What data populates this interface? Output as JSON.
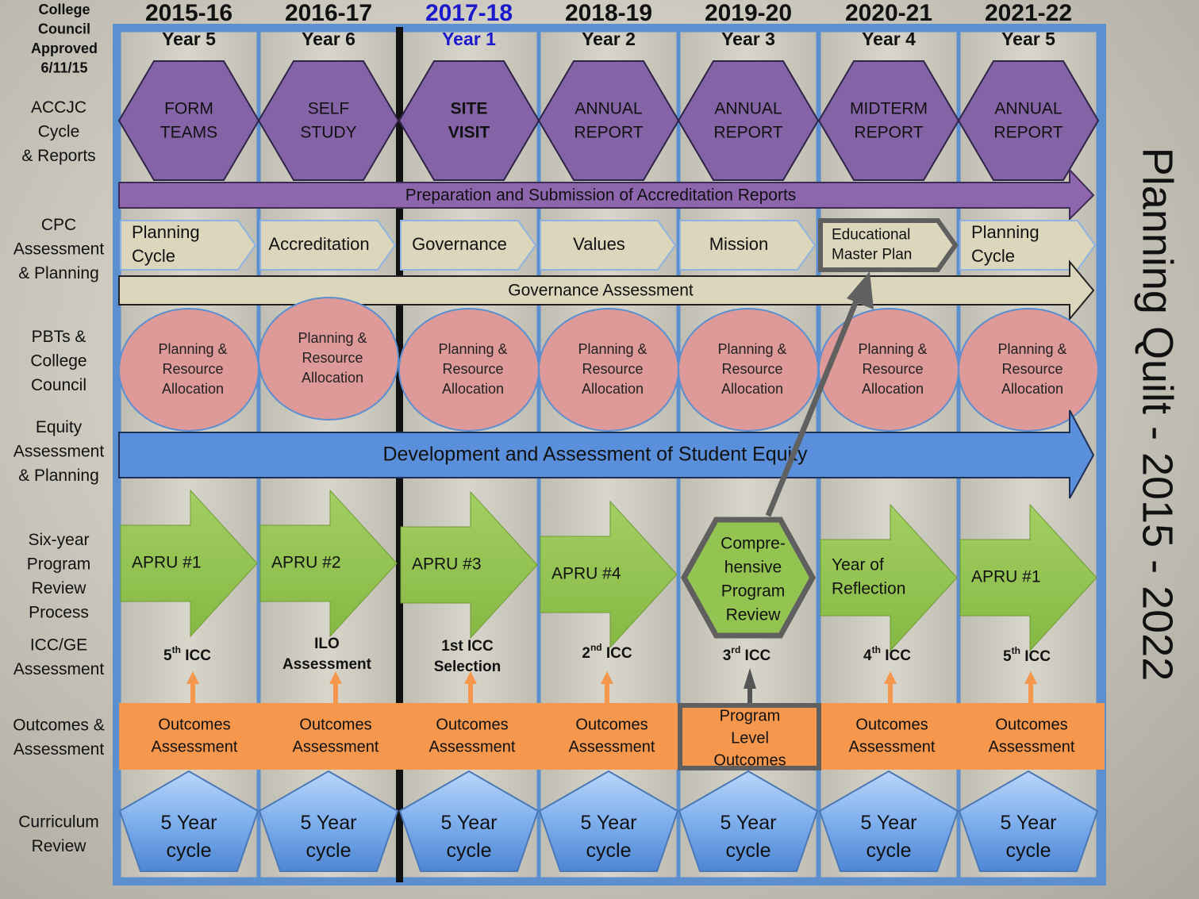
{
  "approval": [
    "College",
    "Council",
    "Approved",
    "6/11/15"
  ],
  "side_title": "Planning Quilt - 2015 - 2022",
  "row_labels": [
    [
      "ACCJC",
      "Cycle",
      "& Reports"
    ],
    [
      "CPC",
      "Assessment",
      "& Planning"
    ],
    [
      "PBTs &",
      "College",
      "Council"
    ],
    [
      "Equity",
      "Assessment",
      "& Planning"
    ],
    [
      "Six-year",
      "Program",
      "Review",
      "Process"
    ],
    [
      "ICC/GE",
      "Assessment"
    ],
    [
      "Outcomes &",
      "Assessment"
    ],
    [
      "Curriculum",
      "Review"
    ]
  ],
  "columns": [
    {
      "year": "2015-16",
      "label": "Year 5",
      "current": false
    },
    {
      "year": "2016-17",
      "label": "Year 6",
      "current": false
    },
    {
      "year": "2017-18",
      "label": "Year 1",
      "current": true
    },
    {
      "year": "2018-19",
      "label": "Year 2",
      "current": false
    },
    {
      "year": "2019-20",
      "label": "Year 3",
      "current": false
    },
    {
      "year": "2020-21",
      "label": "Year 4",
      "current": false
    },
    {
      "year": "2021-22",
      "label": "Year 5",
      "current": false
    }
  ],
  "accjc_reports": [
    {
      "lines": [
        "FORM",
        "TEAMS"
      ],
      "bold": false
    },
    {
      "lines": [
        "SELF",
        "STUDY"
      ],
      "bold": false
    },
    {
      "lines": [
        "SITE",
        "VISIT"
      ],
      "bold": true
    },
    {
      "lines": [
        "ANNUAL",
        "REPORT"
      ],
      "bold": false
    },
    {
      "lines": [
        "ANNUAL",
        "REPORT"
      ],
      "bold": false
    },
    {
      "lines": [
        "MIDTERM",
        "REPORT"
      ],
      "bold": false
    },
    {
      "lines": [
        "ANNUAL",
        "REPORT"
      ],
      "bold": false
    }
  ],
  "accreditation_arrow": "Preparation and Submission of Accreditation Reports",
  "cpc_topics": [
    {
      "lines": [
        "Planning",
        "Cycle"
      ],
      "highlight": false
    },
    {
      "lines": [
        "Accreditation"
      ],
      "highlight": false
    },
    {
      "lines": [
        "Governance"
      ],
      "highlight": false
    },
    {
      "lines": [
        "Values"
      ],
      "highlight": false
    },
    {
      "lines": [
        "Mission"
      ],
      "highlight": false
    },
    {
      "lines": [
        "Educational",
        "Master Plan"
      ],
      "highlight": true
    },
    {
      "lines": [
        "Planning",
        "Cycle"
      ],
      "highlight": false
    }
  ],
  "governance_arrow": "Governance Assessment",
  "pbt_item": [
    "Planning &",
    "Resource",
    "Allocation"
  ],
  "equity_arrow": "Development and Assessment of Student Equity",
  "program_review": [
    {
      "lines": [
        "APRU #1"
      ],
      "special": false
    },
    {
      "lines": [
        "APRU #2"
      ],
      "special": false
    },
    {
      "lines": [
        "APRU #3"
      ],
      "special": false
    },
    {
      "lines": [
        "APRU #4"
      ],
      "special": false
    },
    {
      "lines": [
        "Compre-",
        "hensive",
        "Program",
        "Review"
      ],
      "special": true
    },
    {
      "lines": [
        "Year of",
        "Reflection"
      ],
      "special": false
    },
    {
      "lines": [
        "APRU #1"
      ],
      "special": false
    }
  ],
  "icc": [
    {
      "lines": [
        {
          "main": "5",
          "sup": "th",
          "rest": " ICC"
        }
      ]
    },
    {
      "lines": [
        {
          "main": "ILO",
          "sup": "",
          "rest": ""
        },
        {
          "main": "Assessment",
          "sup": "",
          "rest": ""
        }
      ]
    },
    {
      "lines": [
        {
          "main": "1st ICC",
          "sup": "",
          "rest": ""
        },
        {
          "main": "Selection",
          "sup": "",
          "rest": ""
        }
      ]
    },
    {
      "lines": [
        {
          "main": "2",
          "sup": "nd",
          "rest": " ICC"
        }
      ]
    },
    {
      "lines": [
        {
          "main": "3",
          "sup": "rd",
          "rest": "  ICC"
        }
      ]
    },
    {
      "lines": [
        {
          "main": "4",
          "sup": "th",
          "rest": " ICC"
        }
      ]
    },
    {
      "lines": [
        {
          "main": "5",
          "sup": "th",
          "rest": " ICC"
        }
      ]
    }
  ],
  "outcomes": [
    {
      "lines": [
        "Outcomes",
        "Assessment"
      ],
      "highlight": false
    },
    {
      "lines": [
        "Outcomes",
        "Assessment"
      ],
      "highlight": false
    },
    {
      "lines": [
        "Outcomes",
        "Assessment"
      ],
      "highlight": false
    },
    {
      "lines": [
        "Outcomes",
        "Assessment"
      ],
      "highlight": false
    },
    {
      "lines": [
        "Program",
        "Level",
        "Outcomes"
      ],
      "highlight": true
    },
    {
      "lines": [
        "Outcomes",
        "Assessment"
      ],
      "highlight": false
    },
    {
      "lines": [
        "Outcomes",
        "Assessment"
      ],
      "highlight": false
    }
  ],
  "curriculum": [
    "5 Year",
    "cycle"
  ],
  "colors": {
    "frame": "#5b8fd0",
    "hexagon": "#8464a6",
    "purple_arrow": "#8e66ad",
    "tan": "#dcd6bc",
    "pink": "#de9a98",
    "equity_blue": "#5a8fdc",
    "green": "#93c452",
    "orange": "#f5974c",
    "pentagon_blue": "#7aacec",
    "highlight_border": "#5f5f5f",
    "current_year": "#1a1acc"
  }
}
